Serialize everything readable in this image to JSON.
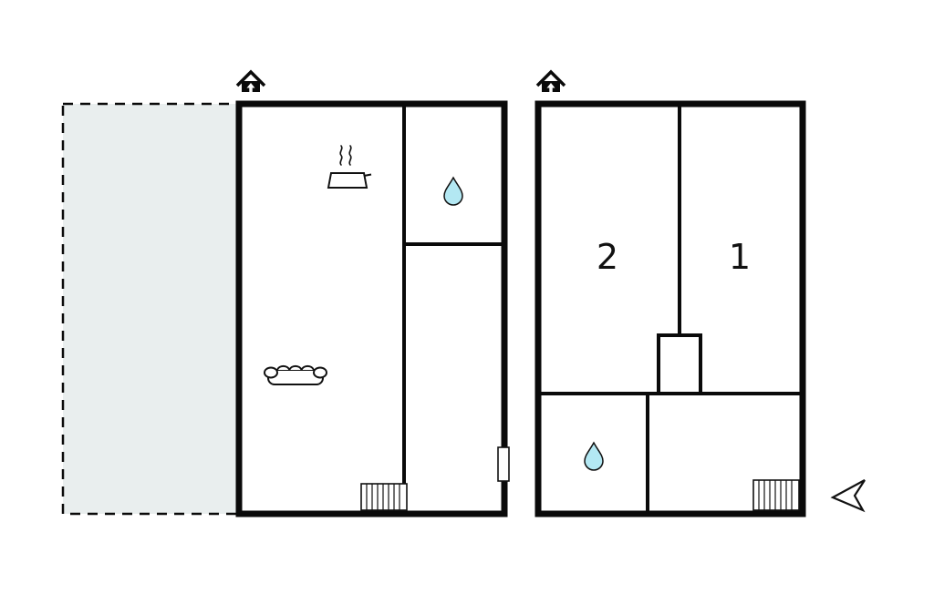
{
  "floorplan": {
    "colors": {
      "wall": "#0a0a0a",
      "terrace": "#e9eeee",
      "drop": "#b3e8f3",
      "background": "#ffffff"
    },
    "terrace": {
      "name": "terrace-area"
    },
    "floor1": {
      "name": "ground-floor",
      "entrance_icon": "entrance-icon",
      "kitchen_icon": "steam-pot-icon",
      "bathroom_icon": "water-drop-icon",
      "living_icon": "sofa-icon",
      "stairs_icon": "stairs-icon",
      "door_icon": "door-opening"
    },
    "floor2": {
      "name": "upper-floor",
      "entrance_icon": "entrance-icon",
      "rooms": [
        {
          "label": "2"
        },
        {
          "label": "1"
        }
      ],
      "bathroom_icon": "water-drop-icon",
      "stairs_icon": "stairs-icon"
    },
    "compass_icon": "north-arrow-icon"
  }
}
